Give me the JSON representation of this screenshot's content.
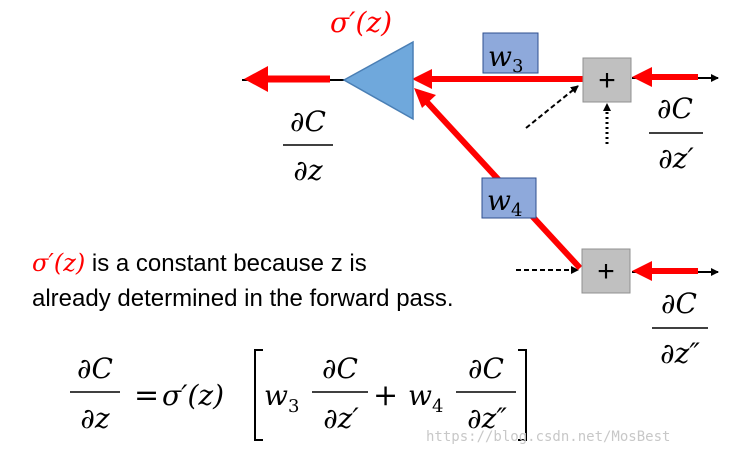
{
  "colors": {
    "arrow_red": "#ff0000",
    "weight_box": "#8ea9db",
    "triangle": "#6fa8dc",
    "adder_box": "#c0c0c0",
    "text": "#000000",
    "watermark": "#c8c8c8"
  },
  "diagram": {
    "activation_label": "σ′(z)",
    "weight_top": "w",
    "weight_top_sub": "3",
    "weight_bottom": "w",
    "weight_bottom_sub": "4",
    "adder_top_symbol": "+",
    "adder_bottom_symbol": "+",
    "grad_left_num": "∂C",
    "grad_left_den": "∂z",
    "grad_top_right_num": "∂C",
    "grad_top_right_den": "∂z′",
    "grad_bottom_right_num": "∂C",
    "grad_bottom_right_den": "∂z″"
  },
  "caption": {
    "sigma_red": "σ′(z)",
    "line1_rest": " is a constant because z is",
    "line2": "already determined in the forward pass."
  },
  "equation": {
    "lhs_num": "∂C",
    "lhs_den": "∂z",
    "equals": "=",
    "sigma": "σ′(z)",
    "w3": "w",
    "w3_sub": "3",
    "term1_num": "∂C",
    "term1_den": "∂z′",
    "plus": "+",
    "w4": "w",
    "w4_sub": "4",
    "term2_num": "∂C",
    "term2_den": "∂z″"
  },
  "watermark": "https://blog.csdn.net/MosBest"
}
